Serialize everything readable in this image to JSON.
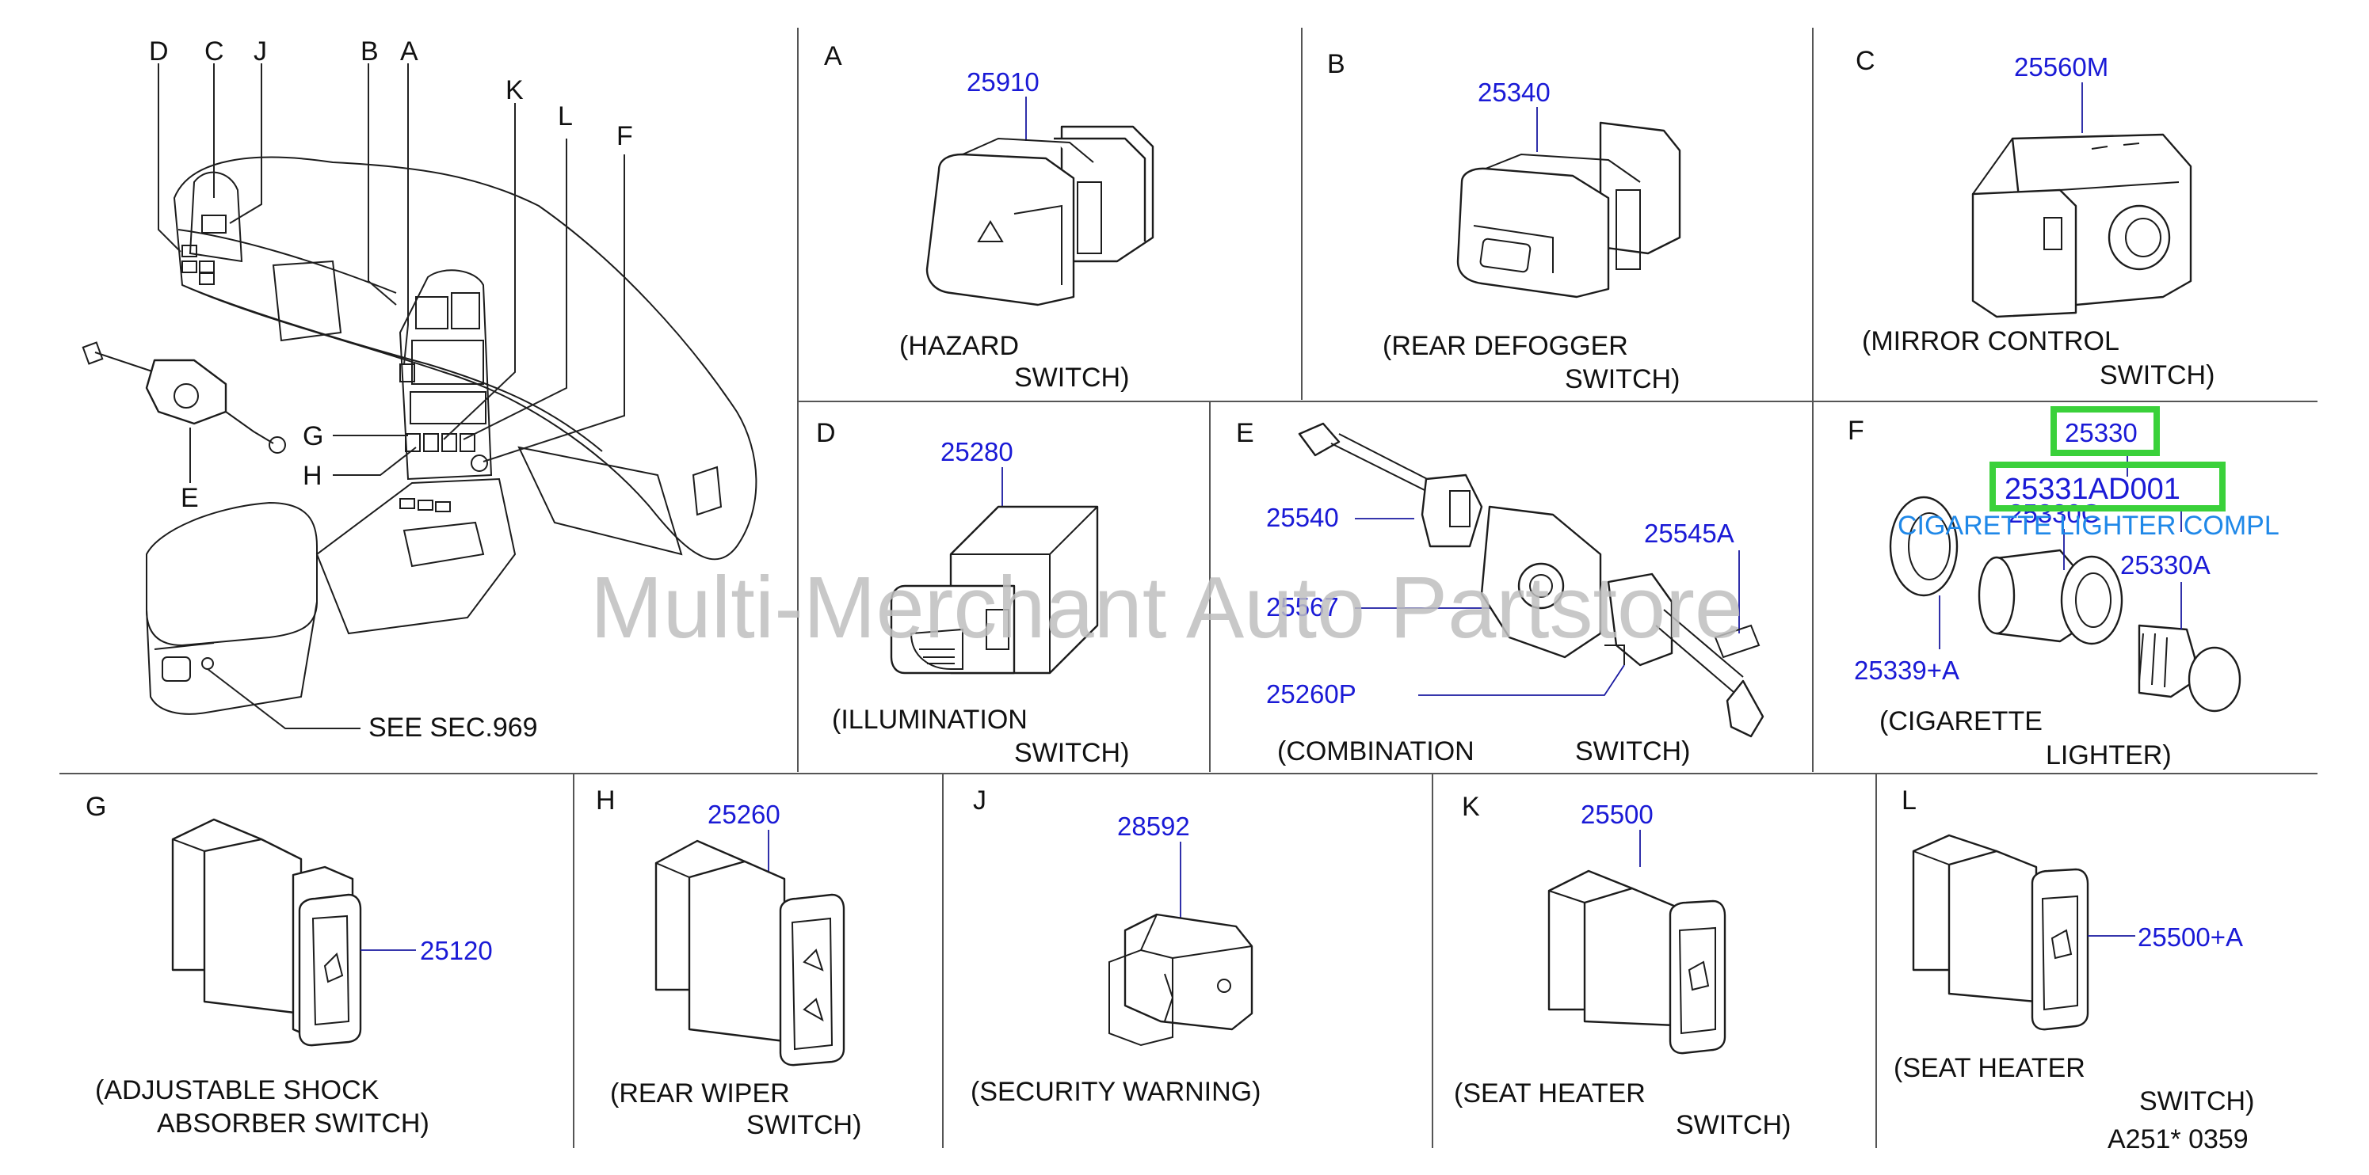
{
  "overview": {
    "callouts": [
      "D",
      "C",
      "J",
      "B",
      "A",
      "K",
      "L",
      "F",
      "G",
      "H",
      "E"
    ],
    "note": "SEE   SEC.969"
  },
  "panels": {
    "A": {
      "letter": "A",
      "part": "25910",
      "cap1": "(HAZARD",
      "cap2": "SWITCH)"
    },
    "B": {
      "letter": "B",
      "part": "25340",
      "cap1": "(REAR   DEFOGGER",
      "cap2": "SWITCH)"
    },
    "C": {
      "letter": "C",
      "part": "25560M",
      "cap1": "(MIRROR   CONTROL",
      "cap2": "SWITCH)"
    },
    "D": {
      "letter": "D",
      "part": "25280",
      "cap1": "(ILLUMINATION",
      "cap2": "SWITCH)"
    },
    "E": {
      "letter": "E",
      "parts": [
        "25540",
        "25567",
        "25260P",
        "25545A"
      ],
      "cap1": "(COMBINATION",
      "cap2": "SWITCH)"
    },
    "F": {
      "letter": "F",
      "parts": [
        "25330",
        "25331AD001",
        "25330C",
        "25330A",
        "25339+A"
      ],
      "tooltip": "CIGARETTE LIGHTER COMPL",
      "cap1": "(CIGARETTE",
      "cap2": "LIGHTER)"
    },
    "G": {
      "letter": "G",
      "part": "25120",
      "cap1": "(ADJUSTABLE   SHOCK",
      "cap2": "ABSORBER   SWITCH)"
    },
    "H": {
      "letter": "H",
      "part": "25260",
      "cap1": "(REAR   WIPER",
      "cap2": "SWITCH)"
    },
    "J": {
      "letter": "J",
      "part": "28592",
      "cap1": "(SECURITY   WARNING)"
    },
    "K": {
      "letter": "K",
      "part": "25500",
      "cap1": "(SEAT   HEATER",
      "cap2": "SWITCH)"
    },
    "L": {
      "letter": "L",
      "part": "25500+A",
      "cap1": "(SEAT   HEATER",
      "cap2": "SWITCH)"
    }
  },
  "diagram_code": "A251*   0359",
  "watermark": "Multi-Merchant Auto Partstore",
  "colors": {
    "part_number": "#1a1ad6",
    "highlight": "#3ad13a",
    "tooltip": "#1f88e8",
    "watermark": "#bfbfbf"
  }
}
